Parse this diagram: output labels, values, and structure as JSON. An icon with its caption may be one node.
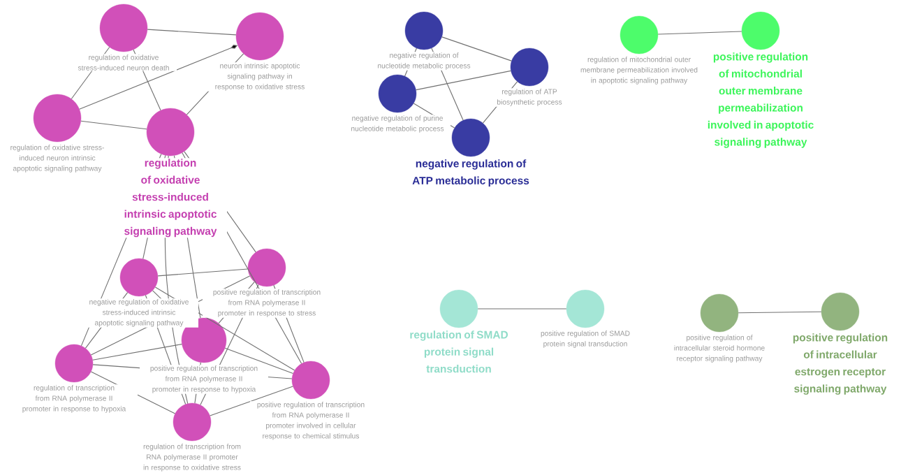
{
  "diagram": {
    "nodes": [
      {
        "text": [
          "regulation of oxidative stress-induced neuron death"
        ]
      },
      {
        "text": [
          "neuron intrinsic apoptotic signaling pathway in response to oxidative stress"
        ]
      },
      {
        "text": [
          "regulation of oxidative stress-induced neuron intrinsic apoptotic signaling pathway"
        ]
      },
      {
        "text": [
          "regulation of oxidative stress-induced intrinsic apoptotic signaling pathway"
        ]
      },
      {
        "text": [
          "negative regulation of oxidative stress-induced intrinsic apoptotic signaling pathway"
        ]
      },
      {
        "text": [
          "positive regulation of transcription from RNA polymerase II promoter in response to stress"
        ]
      },
      {
        "text": [
          "positive regulation of transcription from RNA polymerase II promoter in response to hypoxia"
        ]
      },
      {
        "text": [
          "regulation of transcription from RNA polymerase II promoter in response to hypoxia"
        ]
      },
      {
        "text": [
          "positive regulation of transcription from RNA polymerase II promoter involved in cellular response to chemical stimulus"
        ]
      },
      {
        "text": [
          "regulation of transcription from RNA polymerase II promoter in response to oxidative stress"
        ]
      },
      {
        "text": [
          "negative regulation of nucleotide metabolic process"
        ]
      },
      {
        "text": [
          "regulation of ATP biosynthetic process"
        ]
      },
      {
        "text": [
          "negative regulation of purine nucleotide metabolic process"
        ]
      },
      {
        "text": [
          "negative regulation of ATP metabolic process"
        ]
      },
      {
        "text": [
          "regulation of mitochondrial outer membrane permeabilization involved in apoptotic signaling pathway"
        ]
      },
      {
        "text": [
          "positive regulation of mitochondrial outer membrane permeabilization involved in apoptotic signaling pathway"
        ]
      },
      {
        "text": [
          "regulation of SMAD protein signal transduction"
        ]
      },
      {
        "text": [
          "positive regulation of SMAD protein signal transduction"
        ]
      },
      {
        "text": [
          "positive regulation of intracellular steroid hormone receptor signaling pathway"
        ]
      },
      {
        "text": [
          "positive regulation of intracellular estrogen receptor signaling pathway"
        ]
      }
    ],
    "edges": [
      {
        "from": 0,
        "to": 1,
        "arrow": "none"
      },
      {
        "from": 0,
        "to": 2,
        "arrow": "none"
      },
      {
        "from": 0,
        "to": 3,
        "arrow": "none"
      },
      {
        "from": 2,
        "to": 1,
        "arrow": "other"
      },
      {
        "from": 2,
        "to": 3,
        "arrow": "none"
      },
      {
        "from": 3,
        "to": 1,
        "arrow": "none"
      },
      {
        "from": 3,
        "to": 7,
        "arrow": "none"
      },
      {
        "from": 3,
        "to": 4,
        "arrow": "none"
      },
      {
        "from": 3,
        "to": 9,
        "arrow": "none"
      },
      {
        "from": 3,
        "to": 6,
        "arrow": "none"
      },
      {
        "from": 3,
        "to": 8,
        "arrow": "none"
      },
      {
        "from": 3,
        "to": 5,
        "arrow": "none"
      },
      {
        "from": 4,
        "to": 5,
        "arrow": "none"
      },
      {
        "from": 4,
        "to": 7,
        "arrow": "none"
      },
      {
        "from": 4,
        "to": 9,
        "arrow": "none"
      },
      {
        "from": 4,
        "to": 6,
        "arrow": "none"
      },
      {
        "from": 4,
        "to": 8,
        "arrow": "none"
      },
      {
        "from": 5,
        "to": 7,
        "arrow": "none"
      },
      {
        "from": 5,
        "to": 6,
        "arrow": "none"
      },
      {
        "from": 5,
        "to": 9,
        "arrow": "none"
      },
      {
        "from": 5,
        "to": 8,
        "arrow": "none"
      },
      {
        "from": 7,
        "to": 6,
        "arrow": "none"
      },
      {
        "from": 7,
        "to": 8,
        "arrow": "none"
      },
      {
        "from": 7,
        "to": 9,
        "arrow": "none"
      },
      {
        "from": 6,
        "to": 8,
        "arrow": "none"
      },
      {
        "from": 6,
        "to": 9,
        "arrow": "none"
      },
      {
        "from": 8,
        "to": 9,
        "arrow": "none"
      },
      {
        "from": 10,
        "to": 11,
        "arrow": "none"
      },
      {
        "from": 10,
        "to": 12,
        "arrow": "none"
      },
      {
        "from": 10,
        "to": 13,
        "arrow": "none"
      },
      {
        "from": 12,
        "to": 11,
        "arrow": "none"
      },
      {
        "from": 12,
        "to": 13,
        "arrow": "none"
      },
      {
        "from": 11,
        "to": 13,
        "arrow": "none"
      },
      {
        "from": 14,
        "to": 15,
        "arrow": "none"
      },
      {
        "from": 16,
        "to": 17,
        "arrow": "none"
      },
      {
        "from": 18,
        "to": 19,
        "arrow": "none"
      }
    ]
  }
}
